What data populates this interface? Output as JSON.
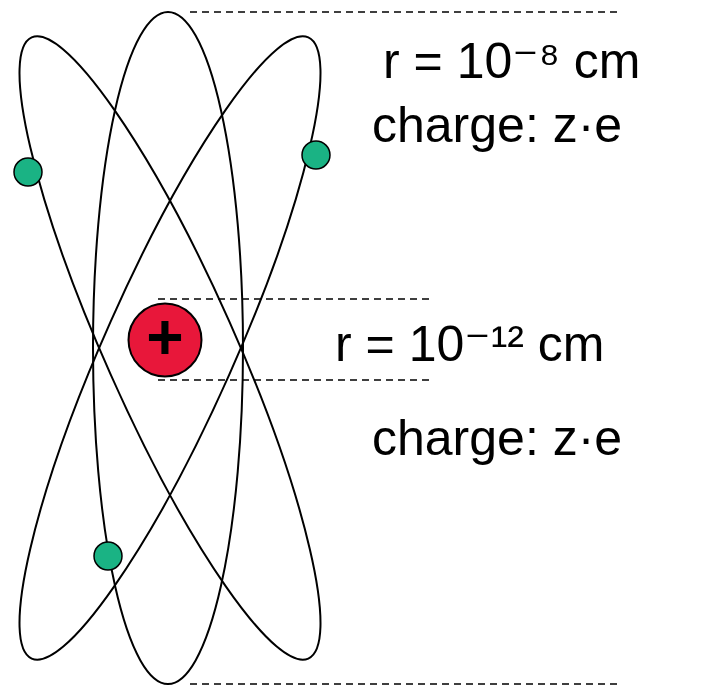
{
  "diagram": {
    "nodes": [
      {
        "text": [
          "+"
        ]
      }
    ],
    "labels": [
      "r = 10⁻⁸ cm",
      "charge: z·e",
      "r = 10⁻¹² cm",
      "charge: z·e"
    ]
  }
}
